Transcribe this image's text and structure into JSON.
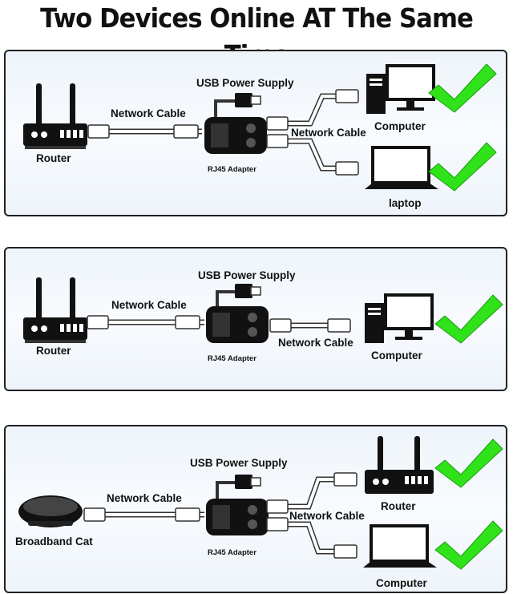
{
  "title": "Two Devices Online AT The Same Time",
  "panels": [
    {
      "source": "Router",
      "usb_label": "USB Power Supply",
      "input_cable": "Network Cable",
      "adapter": "RJ45 Adapter",
      "output_cable": "Network Cable",
      "outputs": [
        "Computer",
        "laptop"
      ]
    },
    {
      "source": "Router",
      "usb_label": "USB Power Supply",
      "input_cable": "Network Cable",
      "adapter": "RJ45 Adapter",
      "output_cable": "Network Cable",
      "outputs": [
        "Computer"
      ]
    },
    {
      "source": "Broadband Cat",
      "usb_label": "USB Power Supply",
      "input_cable": "Network Cable",
      "adapter": "RJ45 Adapter",
      "output_cable": "Network Cable",
      "outputs": [
        "Router",
        "Computer"
      ]
    }
  ],
  "colors": {
    "check": "#2fe21a",
    "device": "#111111",
    "panel_border": "#222222"
  },
  "icons": [
    "router-icon",
    "adapter-icon",
    "usb-plug-icon",
    "rj45-plug-icon",
    "computer-icon",
    "laptop-icon",
    "modem-icon",
    "checkmark-icon"
  ]
}
